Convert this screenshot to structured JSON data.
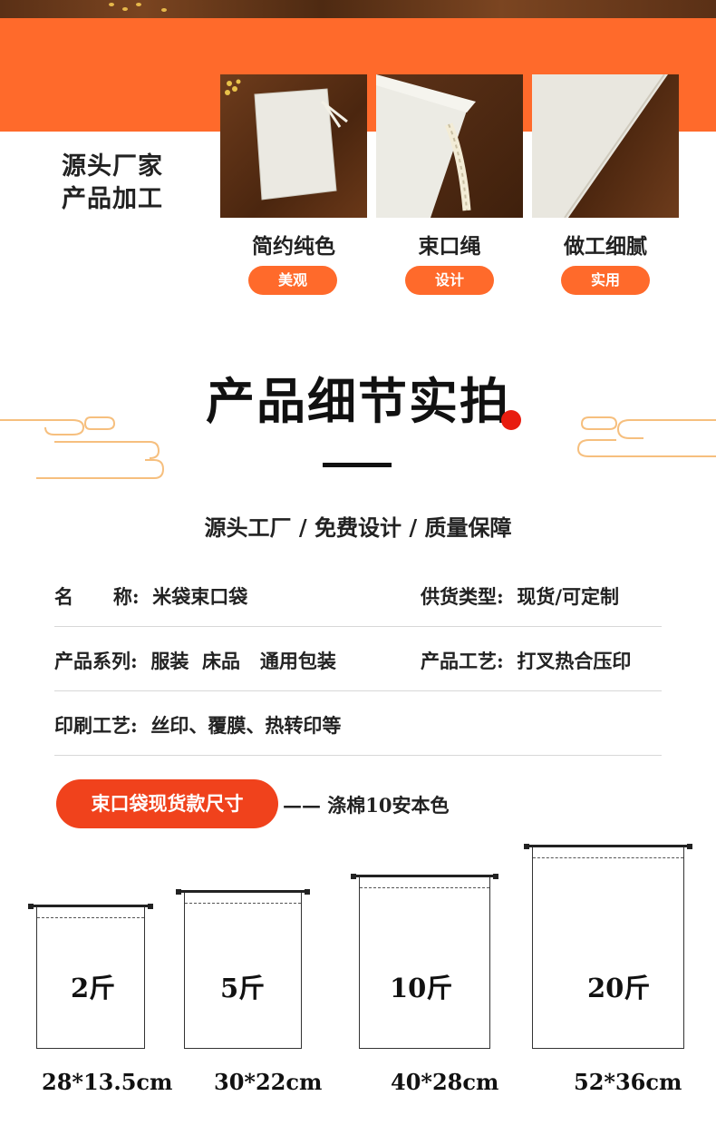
{
  "hero": {
    "line1": "源头厂家",
    "line2": "产品加工"
  },
  "features": [
    {
      "label": "简约纯色",
      "tag": "美观"
    },
    {
      "label": "束口绳",
      "tag": "设计"
    },
    {
      "label": "做工细腻",
      "tag": "实用"
    }
  ],
  "section_title": "产品细节实拍",
  "subtitle": "源头工厂 / 免费设计 / 质量保障",
  "specs": {
    "row1": {
      "left": "名      称:  米袋束口袋",
      "right": "供货类型:  现货/可定制"
    },
    "row2": {
      "left": "产品系列:  服装  床品   通用包装",
      "right": "产品工艺:  打叉热合压印"
    },
    "row3": {
      "left": "印刷工艺:  丝印、覆膜、热转印等"
    }
  },
  "size_section": {
    "pill": "束口袋现货款尺寸",
    "material": "—— 涤棉10安本色"
  },
  "bags": [
    {
      "weight": "2斤",
      "size": "28*13.5cm"
    },
    {
      "weight": "5斤",
      "size": "30*22cm"
    },
    {
      "weight": "10斤",
      "size": "40*28cm"
    },
    {
      "weight": "20斤",
      "size": "52*36cm"
    }
  ],
  "colors": {
    "accent": "#ff6a2b",
    "pill_red": "#f0421c",
    "dot_red": "#e81d10"
  }
}
